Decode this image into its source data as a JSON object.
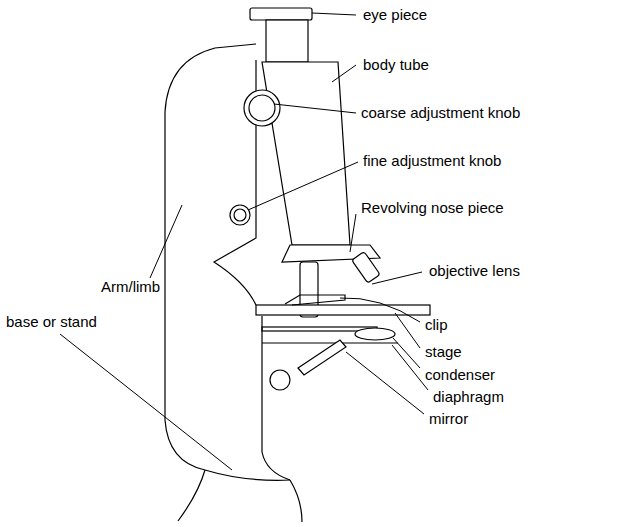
{
  "diagram": {
    "labels": [
      "eye piece",
      "body tube",
      "coarse adjustment knob",
      "fine adjustment knob",
      "Revolving nose piece",
      "objective lens",
      "Arm/limb",
      "clip",
      "stage",
      "condenser",
      "diaphragm",
      "base or stand",
      "mirror"
    ]
  }
}
